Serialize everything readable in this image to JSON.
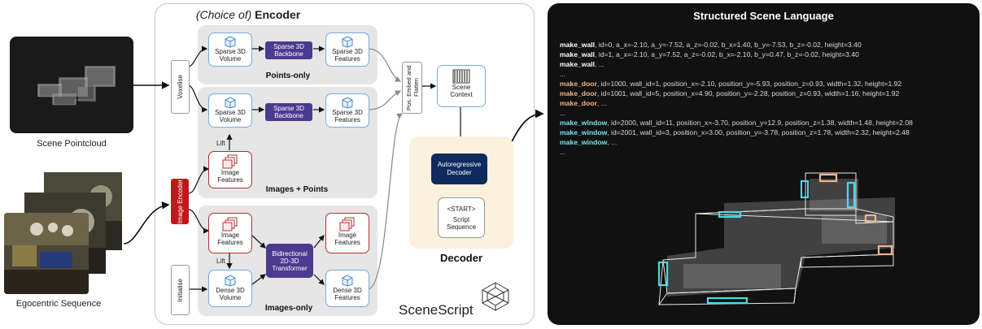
{
  "left": {
    "pointcloud_caption": "Scene Pointcloud",
    "egocentric_caption": "Egocentric Sequence"
  },
  "encoder": {
    "title_italic": "(Choice of)",
    "title_bold": "Encoder",
    "voxelise": "Voxelise",
    "image_encoder": "Image Encoder",
    "initialise": "Initialise",
    "points_only": {
      "label": "Points-only",
      "input": [
        "Sparse 3D",
        "Volume"
      ],
      "backbone": [
        "Sparse 3D",
        "Backbone"
      ],
      "output": [
        "Sparse 3D",
        "Features"
      ]
    },
    "images_points": {
      "label": "Images + Points",
      "input": [
        "Sparse 3D",
        "Volume"
      ],
      "backbone": [
        "Sparse 3D",
        "Backbone"
      ],
      "output": [
        "Sparse 3D",
        "Features"
      ],
      "image_features": [
        "Image",
        "Features"
      ],
      "lift": "Lift"
    },
    "images_only": {
      "label": "Images-only",
      "image_features_in": [
        "Image",
        "Features"
      ],
      "lift": "Lift",
      "dense_in": [
        "Dense 3D",
        "Volume"
      ],
      "transformer": [
        "Bidirectional",
        "2D-3D",
        "Transformer"
      ],
      "image_features_out": [
        "Image",
        "Features"
      ],
      "dense_out": [
        "Dense 3D",
        "Features"
      ]
    },
    "pos_embed": "Pos. Embed and Flatten"
  },
  "decoder": {
    "scene_context": [
      "Scene",
      "Context"
    ],
    "autoregressive": [
      "Autoregressive",
      "Decoder"
    ],
    "start": "<START>",
    "script_sequence": [
      "Script",
      "Sequence"
    ],
    "title": "Decoder",
    "brand": "SceneScript"
  },
  "ssl": {
    "title": "Structured Scene Language",
    "lines": [
      {
        "cmd": "make_wall",
        "args": ", id=0, a_x=-2.10, a_y=-7.52, a_z=-0.02, b_x=1.40, b_y=-7.53, b_z=-0.02, height=3.40",
        "kind": "wall"
      },
      {
        "cmd": "make_wall",
        "args": ", id=1, a_x=-2.10, a_y=7.52, a_z=-0.02, b_x=-2.10, b_y=0.47, b_z=-0.02, height=3.40",
        "kind": "wall"
      },
      {
        "cmd": "make_wall",
        "args": ", ...",
        "kind": "wall"
      },
      {
        "cmd": "",
        "args": "...",
        "kind": "plain"
      },
      {
        "cmd": "make_door",
        "args": ", id=1000, wall_id=1, position_x=-2.10, position_y=-5.93, position_z=0.93, width=1.32, height=1.92",
        "kind": "door"
      },
      {
        "cmd": "make_door",
        "args": ", id=1001, wall_id=5, position_x=4.90, position_y=-2.28, position_z=0.93, width=1.16, height=1.92",
        "kind": "door"
      },
      {
        "cmd": "make_door",
        "args": ", ...",
        "kind": "door"
      },
      {
        "cmd": "",
        "args": "...",
        "kind": "plain"
      },
      {
        "cmd": "make_window",
        "args": ", id=2000, wall_id=11, position_x=-3.70, position_y=12.9, position_z=1.38, width=1.48, height=2.08",
        "kind": "window"
      },
      {
        "cmd": "make_window",
        "args": ", id=2001, wall_id=3, position_x=3.00, position_y=-3.78, position_z=1.78, width=2.32, height=2.48",
        "kind": "window"
      },
      {
        "cmd": "make_window",
        "args": ", ...",
        "kind": "window"
      },
      {
        "cmd": "",
        "args": "...",
        "kind": "plain"
      }
    ]
  }
}
